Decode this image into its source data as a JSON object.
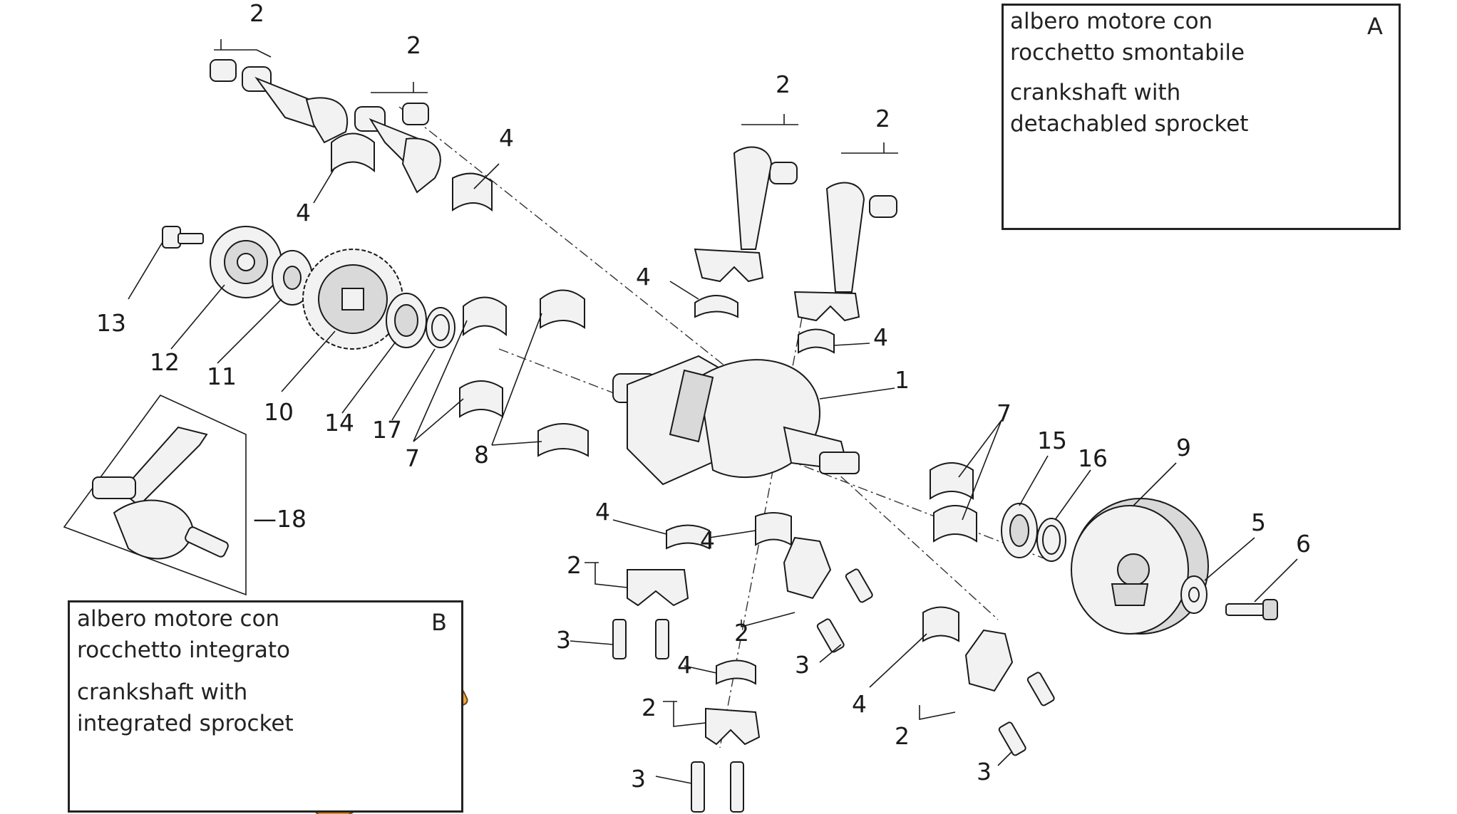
{
  "labels": {
    "n1": "1",
    "n2": "2",
    "n3": "3",
    "n4": "4",
    "n5": "5",
    "n6": "6",
    "n7": "7",
    "n8": "8",
    "n9": "9",
    "n10": "10",
    "n11": "11",
    "n12": "12",
    "n13": "13",
    "n14": "14",
    "n15": "15",
    "n16": "16",
    "n17": "17",
    "n18": "—18"
  },
  "callout_a": {
    "letter": "A",
    "line1": "albero motore con",
    "line2": "rocchetto smontabile",
    "line3": "crankshaft with",
    "line4": "detachabled sprocket"
  },
  "callout_b": {
    "letter": "B",
    "line1": "albero motore con",
    "line2": "rocchetto integrato",
    "line3": "crankshaft with",
    "line4": "integrated sprocket"
  },
  "colors": {
    "crankshaft_render": "#f0a640",
    "line": "#1a1a1a"
  }
}
